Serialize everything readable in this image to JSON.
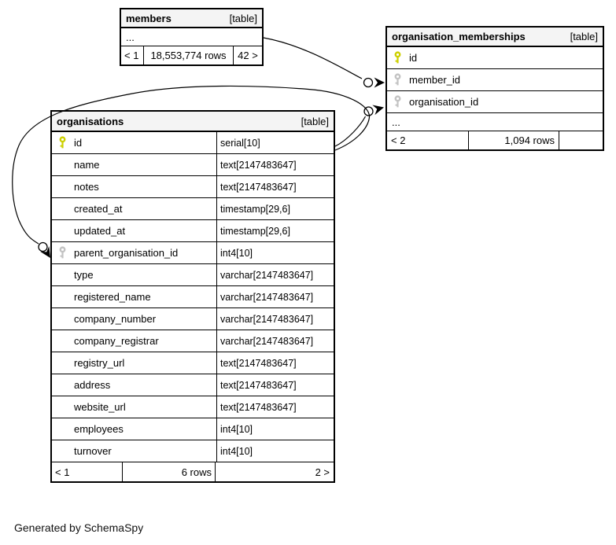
{
  "app": {
    "generated_by": "Generated by SchemaSpy"
  },
  "colors": {
    "header_bg": "#f4f4f4",
    "border": "#000000",
    "pk_key": "#cdd000",
    "fk_key": "#c3c3c3"
  },
  "tables": {
    "members": {
      "title": "members",
      "tag": "[table]",
      "collapsed": "...",
      "footer": {
        "left": "< 1",
        "center": "18,553,774 rows",
        "right": "42 >"
      }
    },
    "organisation_memberships": {
      "title": "organisation_memberships",
      "tag": "[table]",
      "collapsed": "...",
      "columns": [
        {
          "name": "id",
          "key": "pk"
        },
        {
          "name": "member_id",
          "key": "fk"
        },
        {
          "name": "organisation_id",
          "key": "fk"
        }
      ],
      "footer": {
        "left": "< 2",
        "center": "1,094 rows",
        "right": ""
      }
    },
    "organisations": {
      "title": "organisations",
      "tag": "[table]",
      "columns": [
        {
          "name": "id",
          "type": "serial[10]",
          "key": "pk"
        },
        {
          "name": "name",
          "type": "text[2147483647]"
        },
        {
          "name": "notes",
          "type": "text[2147483647]"
        },
        {
          "name": "created_at",
          "type": "timestamp[29,6]"
        },
        {
          "name": "updated_at",
          "type": "timestamp[29,6]"
        },
        {
          "name": "parent_organisation_id",
          "type": "int4[10]",
          "key": "fk"
        },
        {
          "name": "type",
          "type": "varchar[2147483647]"
        },
        {
          "name": "registered_name",
          "type": "varchar[2147483647]"
        },
        {
          "name": "company_number",
          "type": "varchar[2147483647]"
        },
        {
          "name": "company_registrar",
          "type": "varchar[2147483647]"
        },
        {
          "name": "registry_url",
          "type": "text[2147483647]"
        },
        {
          "name": "address",
          "type": "text[2147483647]"
        },
        {
          "name": "website_url",
          "type": "text[2147483647]"
        },
        {
          "name": "employees",
          "type": "int4[10]"
        },
        {
          "name": "turnover",
          "type": "int4[10]"
        }
      ],
      "footer": {
        "left": "< 1",
        "center": "6 rows",
        "right": "2 >"
      }
    }
  },
  "relationships": [
    {
      "from": "organisation_memberships.member_id",
      "to": "members"
    },
    {
      "from": "organisation_memberships.organisation_id",
      "to": "organisations.id"
    },
    {
      "from": "organisations.parent_organisation_id",
      "to": "organisations.id"
    }
  ]
}
